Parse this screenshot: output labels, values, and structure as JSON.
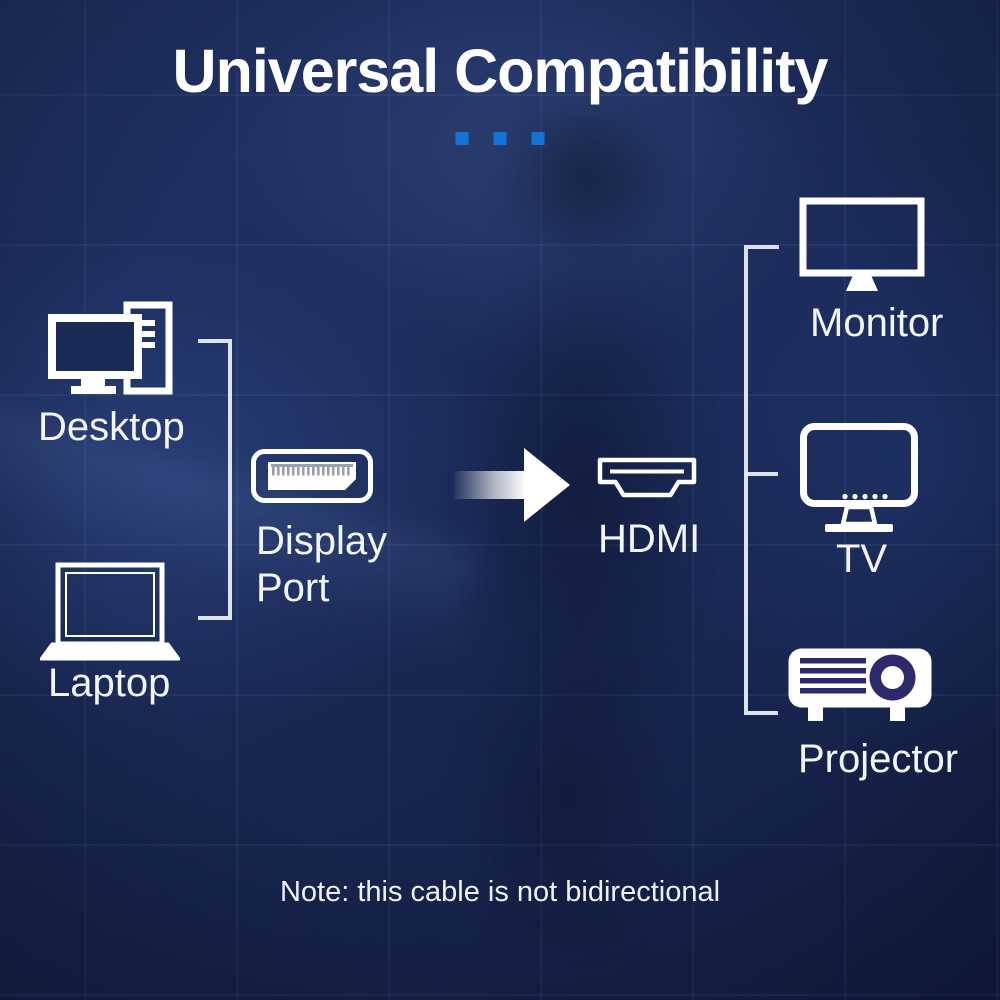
{
  "title": "Universal Compatibility",
  "note": "Note: this cable is not bidirectional",
  "colors": {
    "accent_blue": "#1473d6",
    "icon_white": "#ffffff",
    "projector_dark": "#2c2a6b",
    "background_navy": "#1c2c5b"
  },
  "sources": [
    {
      "label": "Desktop",
      "icon": "desktop-icon"
    },
    {
      "label": "Laptop",
      "icon": "laptop-icon"
    }
  ],
  "connectors": {
    "input": {
      "label": "Display\nPort",
      "icon": "displayport-icon"
    },
    "output": {
      "label": "HDMI",
      "icon": "hdmi-icon"
    }
  },
  "flow": {
    "direction": "input-to-output",
    "icon": "arrow-right-icon"
  },
  "targets": [
    {
      "label": "Monitor",
      "icon": "monitor-icon"
    },
    {
      "label": "TV",
      "icon": "tv-icon"
    },
    {
      "label": "Projector",
      "icon": "projector-icon"
    }
  ]
}
